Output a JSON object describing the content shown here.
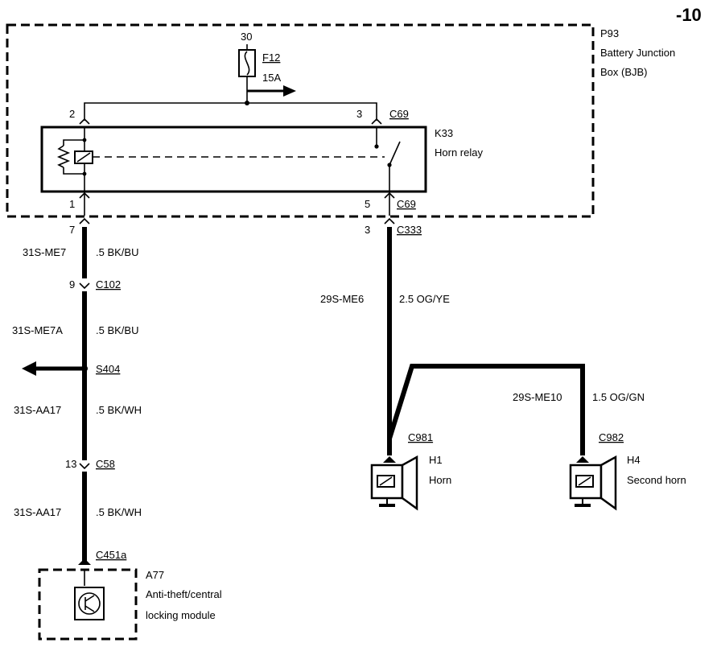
{
  "page_number": "-10",
  "bjb": {
    "id": "P93",
    "line1": "Battery Junction",
    "line2": "Box (BJB)"
  },
  "fuse": {
    "pin": "30",
    "id": "F12",
    "rating": "15A"
  },
  "relay": {
    "id": "K33",
    "name": "Horn relay"
  },
  "pins": {
    "bjb_left_top": "2",
    "bjb_right_top": "3",
    "bjb_left_bottom": "1",
    "bjb_right_bottom": "5",
    "left_7": "7",
    "left_9": "9",
    "left_13": "13",
    "right_3": "3"
  },
  "connectors": {
    "c69_top": "C69",
    "c69_bottom": "C69",
    "c333": "C333",
    "c102": "C102",
    "s404": "S404",
    "c58": "C58",
    "c451a": "C451a",
    "c981": "C981",
    "c982": "C982"
  },
  "wires": {
    "w1_circuit": "31S-ME7",
    "w1_spec": ".5 BK/BU",
    "w2_circuit": "31S-ME7A",
    "w2_spec": ".5 BK/BU",
    "w3_circuit": "31S-AA17",
    "w3_spec": ".5 BK/WH",
    "w4_circuit": "31S-AA17",
    "w4_spec": ".5 BK/WH",
    "w5_circuit": "29S-ME6",
    "w5_spec": "2.5 OG/YE",
    "w6_circuit": "29S-ME10",
    "w6_spec": "1.5 OG/GN"
  },
  "horn1": {
    "id": "H1",
    "name": "Horn"
  },
  "horn2": {
    "id": "H4",
    "name": "Second horn"
  },
  "module": {
    "id": "A77",
    "line1": "Anti-theft/central",
    "line2": "locking module"
  }
}
